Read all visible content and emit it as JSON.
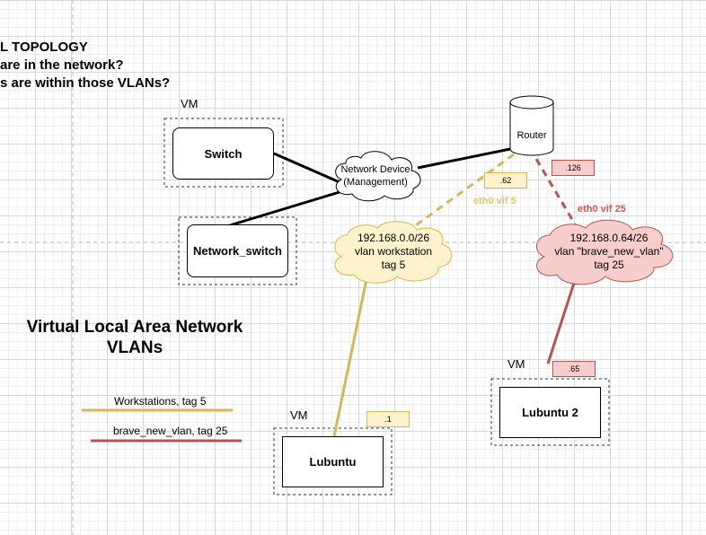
{
  "title": {
    "line1": "L TOPOLOGY",
    "line2": "are in the network?",
    "line3": "s are within those VLANs?"
  },
  "vm_label": "VM",
  "devices": {
    "switch": "Switch",
    "network_switch": "Network_switch",
    "network_device_line1": "Network Device",
    "network_device_line2": "(Management)",
    "router": "Router",
    "lubuntu": "Lubuntu",
    "lubuntu2": "Lubuntu 2"
  },
  "vlans": {
    "workstation": {
      "line1": "192.168.0.0/26",
      "line2": "vlan workstation",
      "line3": "tag 5",
      "color": "#d6b656",
      "fill": "#fff2cc"
    },
    "brave": {
      "line1": "192.168.0.64/26",
      "line2": "vlan \"brave_new_vlan\"",
      "line3": "tag 25",
      "color": "#b85450",
      "fill": "#f8cecc"
    }
  },
  "interfaces": {
    "eth0_vif5": "eth0 vif 5",
    "eth0_vif25": "eth0 vif 25",
    "ip_62": ".62",
    "ip_126": ".126",
    "ip_65": ".65",
    "ip_1": ".1"
  },
  "section": {
    "title_line1": "Virtual Local Area Network",
    "title_line2": "VLANs"
  },
  "legend": {
    "workstations": "Workstations, tag 5",
    "brave": "brave_new_vlan, tag 25"
  }
}
